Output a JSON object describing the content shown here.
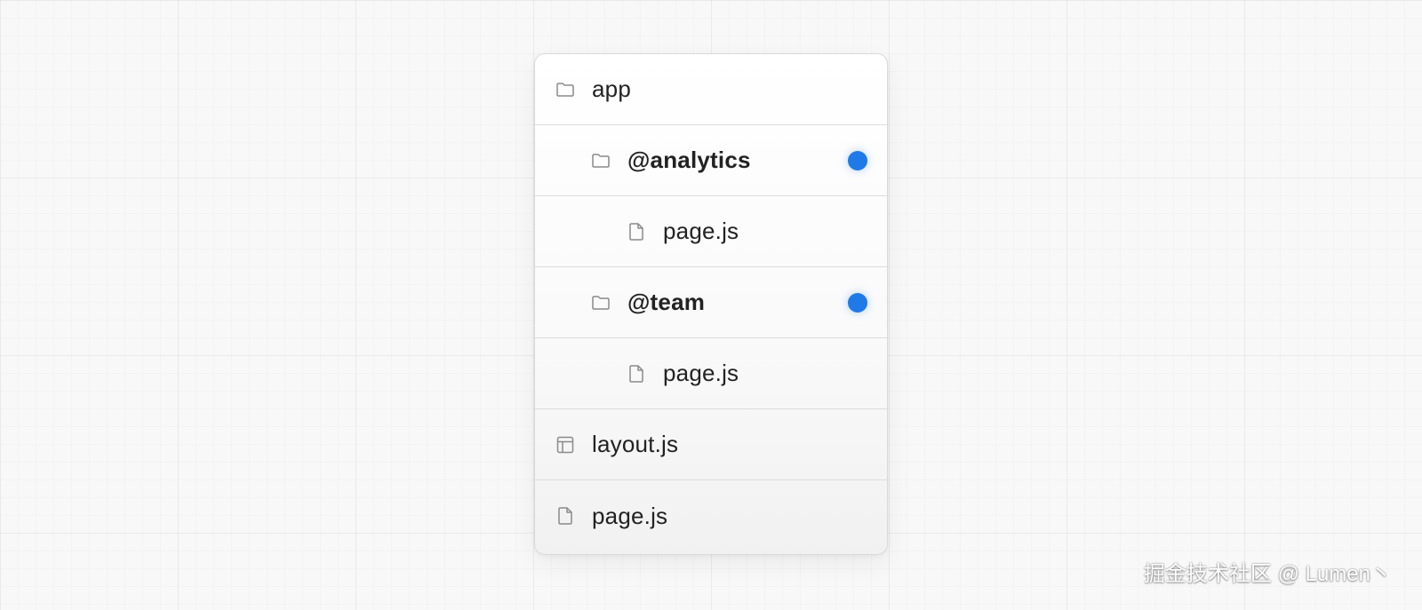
{
  "tree": {
    "items": [
      {
        "label": "app",
        "icon": "folder-icon",
        "level": 0,
        "bold": false,
        "marked": false
      },
      {
        "label": "@analytics",
        "icon": "folder-icon",
        "level": 1,
        "bold": true,
        "marked": true
      },
      {
        "label": "page.js",
        "icon": "file-icon",
        "level": 2,
        "bold": false,
        "marked": false
      },
      {
        "label": "@team",
        "icon": "folder-icon",
        "level": 1,
        "bold": true,
        "marked": true
      },
      {
        "label": "page.js",
        "icon": "file-icon",
        "level": 2,
        "bold": false,
        "marked": false
      },
      {
        "label": "layout.js",
        "icon": "layout-icon",
        "level": 0,
        "bold": false,
        "marked": false
      },
      {
        "label": "page.js",
        "icon": "file-icon",
        "level": 0,
        "bold": false,
        "marked": false
      }
    ]
  },
  "colors": {
    "marker_dot": "#1f7ae8",
    "icon_stroke": "#8a8a8a",
    "text": "#222222"
  },
  "watermark": "掘金技术社区 @ Lumen丶"
}
